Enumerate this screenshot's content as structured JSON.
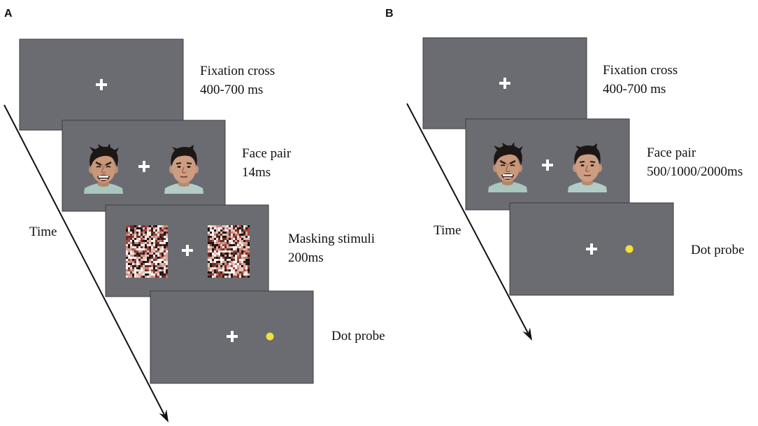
{
  "panel_a": {
    "label": "A",
    "time_label": "Time",
    "fixation": {
      "title": "Fixation cross",
      "duration": "400-700 ms"
    },
    "face_pair": {
      "title": "Face pair",
      "duration": "14ms"
    },
    "masking": {
      "title": "Masking stimuli",
      "duration": "200ms"
    },
    "dot_probe": {
      "title": "Dot probe"
    }
  },
  "panel_b": {
    "label": "B",
    "time_label": "Time",
    "fixation": {
      "title": "Fixation cross",
      "duration": "400-700 ms"
    },
    "face_pair": {
      "title": "Face pair",
      "duration": "500/1000/2000ms"
    },
    "dot_probe": {
      "title": "Dot probe"
    }
  },
  "stimuli": {
    "face_left": "angry-face",
    "face_right": "neutral-face",
    "mask": "scrambled-noise"
  },
  "colors": {
    "screen": "#6b6c71",
    "fixation_cross": "#ffffff",
    "probe_dot": "#f4e03a",
    "arrow": "#111111"
  }
}
